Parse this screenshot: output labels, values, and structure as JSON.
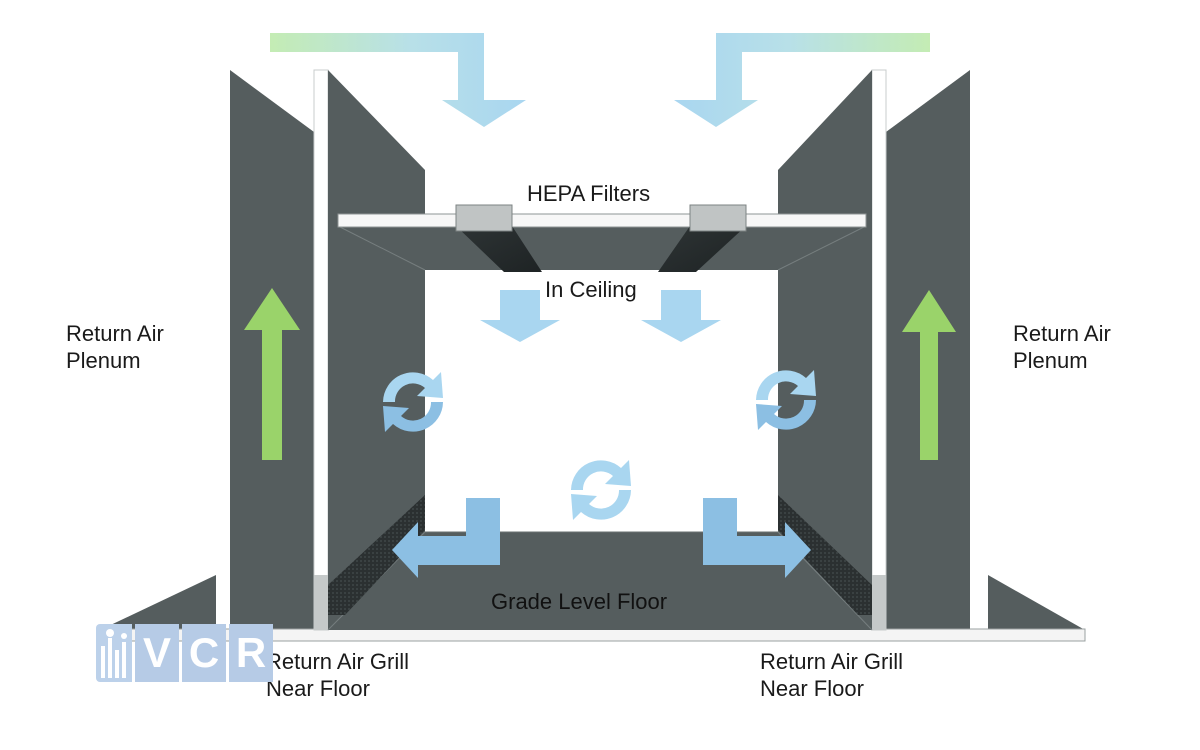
{
  "labels": {
    "hepa_filters": "HEPA Filters",
    "in_ceiling": "In Ceiling",
    "return_air_plenum_left": [
      "Return Air",
      "Plenum"
    ],
    "return_air_plenum_right": [
      "Return Air",
      "Plenum"
    ],
    "grade_level_floor": "Grade Level Floor",
    "return_air_grill_left": [
      "Return Air Grill",
      "Near Floor"
    ],
    "return_air_grill_right": [
      "Return Air Grill",
      "Near Floor"
    ]
  },
  "logo": {
    "letters": [
      "V",
      "C",
      "R"
    ]
  },
  "colors": {
    "wall_dark": "#555d5e",
    "wall_edge": "#3f4647",
    "supply_air_blue": "#a9d6f0",
    "return_air_green": "#9ad36a",
    "filter_gray": "#bfc3c3",
    "logo_blue": "#b6cbe6"
  },
  "icons": [
    "supply-air-arrow",
    "return-air-arrow",
    "circulation-icon",
    "hepa-filter-icon",
    "vcr-logo"
  ]
}
